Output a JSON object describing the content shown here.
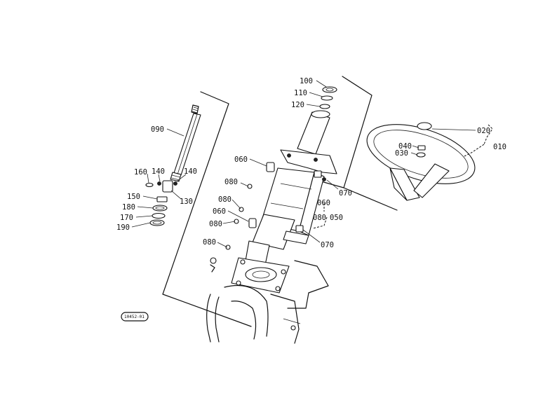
{
  "labels": {
    "p010": "010",
    "p020": "020",
    "p030": "030",
    "p040": "040",
    "p050": "050",
    "p060a": "060",
    "p060b": "060",
    "p060c": "060",
    "p070a": "070",
    "p070b": "070",
    "p080a": "080",
    "p080b": "080",
    "p080c": "080",
    "p080d": "080",
    "p080e": "080",
    "p090": "090",
    "p100": "100",
    "p110": "110",
    "p120": "120",
    "p130": "130",
    "p140a": "140",
    "p140b": "140",
    "p150": "150",
    "p160": "160",
    "p170": "170",
    "p180": "180",
    "p190": "190"
  },
  "stamp": "10452-01"
}
